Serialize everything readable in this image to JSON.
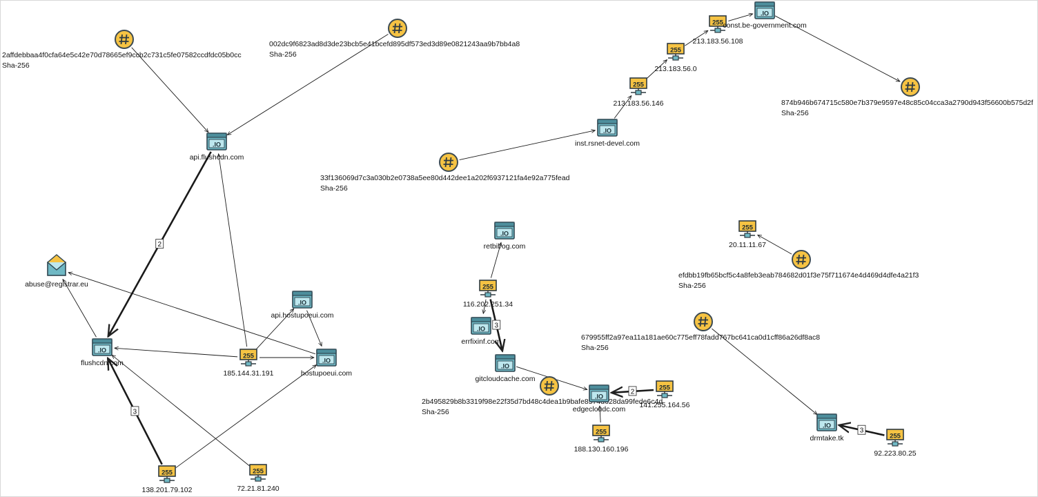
{
  "nodes": [
    {
      "id": "hash1",
      "type": "hash",
      "label": "2affdebbaa4f0cfa64e5c42e70d78665ef9ccb2c731c5fe07582ccdfdc05b0cc",
      "sublabel": "Sha-256"
    },
    {
      "id": "hash2",
      "type": "hash",
      "label": "002dc9f6823ad8d3de23bcb5e41bcefd895df573ed3d89e0821243aa9b7bb4a8",
      "sublabel": "Sha-256"
    },
    {
      "id": "api_flush",
      "type": "domain",
      "label": "api.flushcdn.com"
    },
    {
      "id": "abuse",
      "type": "email",
      "label": "abuse@registrar.eu"
    },
    {
      "id": "flushcdn",
      "type": "domain",
      "label": "flushcdn.com"
    },
    {
      "id": "api_hostup",
      "type": "domain",
      "label": "api.hostupoeui.com"
    },
    {
      "id": "ip185",
      "type": "ip",
      "label": "185.144.31.191"
    },
    {
      "id": "hostupoeui",
      "type": "domain",
      "label": "hostupoeui.com"
    },
    {
      "id": "ip138",
      "type": "ip",
      "label": "138.201.79.102"
    },
    {
      "id": "ip72",
      "type": "ip",
      "label": "72.21.81.240"
    },
    {
      "id": "ip213_108",
      "type": "ip",
      "label": "213.183.56.108"
    },
    {
      "id": "constbe",
      "type": "domain",
      "label": "const.be-government.com"
    },
    {
      "id": "ip213_0",
      "type": "ip",
      "label": "213.183.56.0"
    },
    {
      "id": "ip213_146",
      "type": "ip",
      "label": "213.183.56.146"
    },
    {
      "id": "hash874",
      "type": "hash",
      "label": "874b946b674715c580e7b379e9597e48c85c04cca3a2790d943f56600b575d2f",
      "sublabel": "Sha-256"
    },
    {
      "id": "inst",
      "type": "domain",
      "label": "inst.rsnet-devel.com"
    },
    {
      "id": "hash33f",
      "type": "hash",
      "label": "33f136069d7c3a030b2e0738a5ee80d442dee1a202f6937121fa4e92a775fead",
      "sublabel": "Sha-256"
    },
    {
      "id": "retbilrog",
      "type": "domain",
      "label": "retbilrog.com"
    },
    {
      "id": "ip116",
      "type": "ip",
      "label": "116.202.251.34"
    },
    {
      "id": "errfix",
      "type": "domain",
      "label": "errfixinf.com"
    },
    {
      "id": "gitcloud",
      "type": "domain",
      "label": "gitcloudcache.com"
    },
    {
      "id": "hash2b4",
      "type": "hash",
      "label": "2b495829b8b3319f98e22f35d7bd48c4dea1b9bafe8574d628da99fede6c4d",
      "sublabel": "Sha-256"
    },
    {
      "id": "edgecloud",
      "type": "domain",
      "label": "edgecloudc.com"
    },
    {
      "id": "ip141",
      "type": "ip",
      "label": "141.255.164.56"
    },
    {
      "id": "ip188",
      "type": "ip",
      "label": "188.130.160.196"
    },
    {
      "id": "ip20",
      "type": "ip",
      "label": "20.11.11.67"
    },
    {
      "id": "hashefd",
      "type": "hash",
      "label": "efdbb19fb65bcf5c4a8feb3eab784682d01f3e75f711674e4d469d4dfe4a21f3",
      "sublabel": "Sha-256"
    },
    {
      "id": "hash679",
      "type": "hash",
      "label": "679955ff2a97ea11a181ae60c775eff78fadd767bc641ca0d1cff86a26df8ac8",
      "sublabel": "Sha-256"
    },
    {
      "id": "drmtake",
      "type": "domain",
      "label": "drmtake.tk"
    },
    {
      "id": "ip92",
      "type": "ip",
      "label": "92.223.80.25"
    }
  ],
  "edges": [
    {
      "from": "hash1",
      "to": "api_flush",
      "label": "",
      "weight": 1
    },
    {
      "from": "hash2",
      "to": "api_flush",
      "label": "",
      "weight": 1
    },
    {
      "from": "api_flush",
      "to": "flushcdn",
      "label": "2",
      "weight": 2
    },
    {
      "from": "ip185",
      "to": "api_flush",
      "label": "",
      "weight": 1
    },
    {
      "from": "flushcdn",
      "to": "abuse",
      "label": "",
      "weight": 1
    },
    {
      "from": "hostupoeui",
      "to": "abuse",
      "label": "",
      "weight": 1
    },
    {
      "from": "ip185",
      "to": "flushcdn",
      "label": "",
      "weight": 1
    },
    {
      "from": "ip185",
      "to": "api_hostup",
      "label": "",
      "weight": 1
    },
    {
      "from": "ip185",
      "to": "hostupoeui",
      "label": "",
      "weight": 1
    },
    {
      "from": "api_hostup",
      "to": "hostupoeui",
      "label": "",
      "weight": 1
    },
    {
      "from": "ip138",
      "to": "flushcdn",
      "label": "3",
      "weight": 3
    },
    {
      "from": "ip138",
      "to": "hostupoeui",
      "label": "",
      "weight": 1
    },
    {
      "from": "ip72",
      "to": "flushcdn",
      "label": "",
      "weight": 1
    },
    {
      "from": "ip213_108",
      "to": "constbe",
      "label": "",
      "weight": 1
    },
    {
      "from": "ip213_0",
      "to": "ip213_108",
      "label": "",
      "weight": 1
    },
    {
      "from": "ip213_146",
      "to": "ip213_0",
      "label": "",
      "weight": 1
    },
    {
      "from": "inst",
      "to": "ip213_146",
      "label": "",
      "weight": 1
    },
    {
      "from": "constbe",
      "to": "hash874",
      "label": "",
      "weight": 1
    },
    {
      "from": "hash33f",
      "to": "inst",
      "label": "",
      "weight": 1
    },
    {
      "from": "ip116",
      "to": "retbilrog",
      "label": "",
      "weight": 1
    },
    {
      "from": "ip116",
      "to": "errfix",
      "label": "",
      "weight": 1
    },
    {
      "from": "ip116",
      "to": "gitcloud",
      "label": "3",
      "weight": 3
    },
    {
      "from": "gitcloud",
      "to": "edgecloud",
      "label": "",
      "weight": 1
    },
    {
      "from": "ip141",
      "to": "edgecloud",
      "label": "2",
      "weight": 2
    },
    {
      "from": "ip188",
      "to": "edgecloud",
      "label": "",
      "weight": 1
    },
    {
      "from": "hashefd",
      "to": "ip20",
      "label": "",
      "weight": 1
    },
    {
      "from": "hash679",
      "to": "drmtake",
      "label": "",
      "weight": 1
    },
    {
      "from": "ip92",
      "to": "drmtake",
      "label": "3",
      "weight": 3
    }
  ]
}
